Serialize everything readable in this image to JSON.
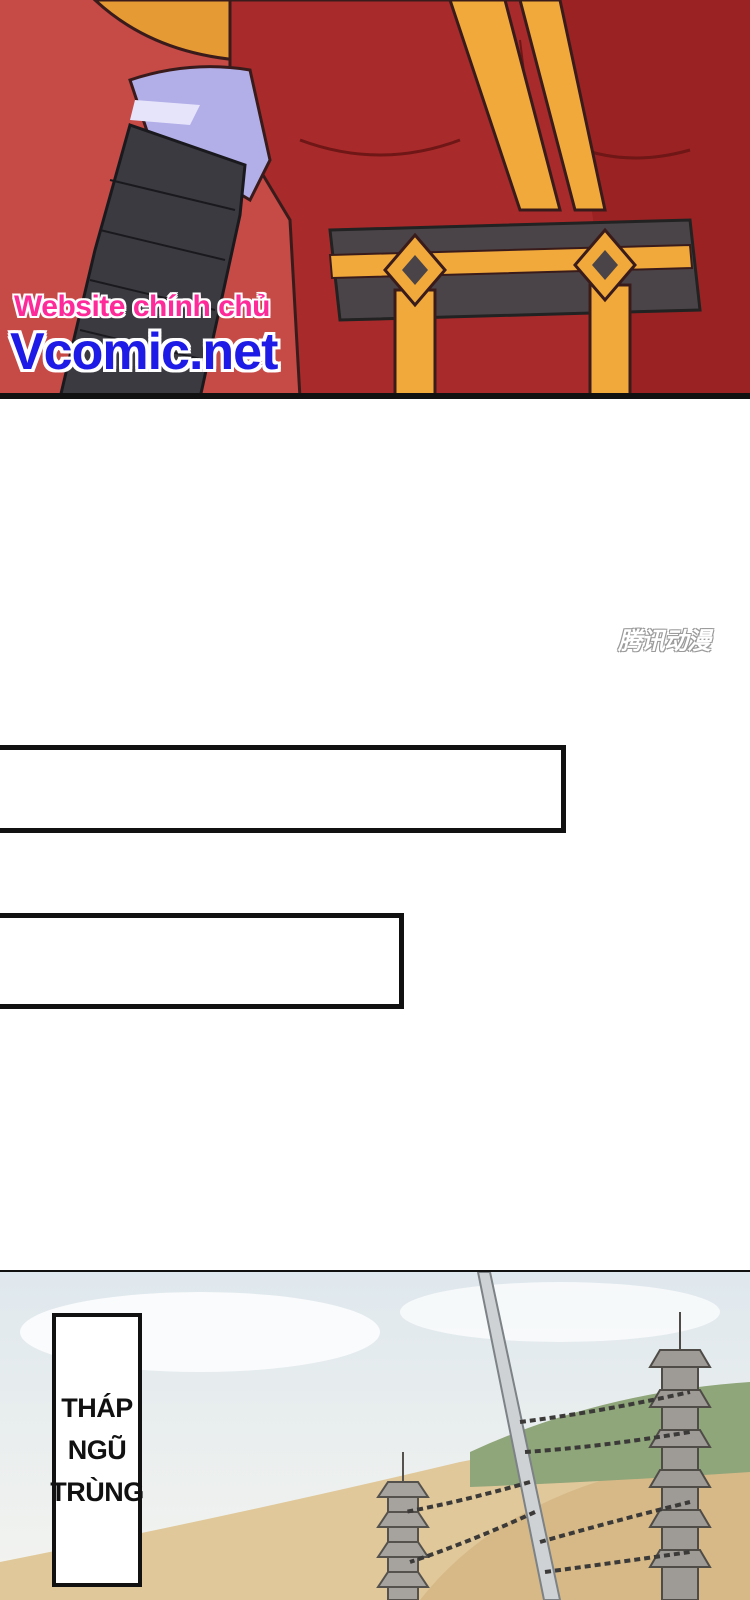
{
  "watermark": {
    "line1": "Website chính chủ",
    "line2": "Vcomic.net"
  },
  "publisher_logo": "腾讯动漫",
  "speech_boxes": [
    {
      "text": ""
    },
    {
      "text": ""
    }
  ],
  "caption": {
    "lines": [
      "THÁP",
      "NGŨ",
      "TRÙNG"
    ]
  },
  "colors": {
    "watermark_pink": "#ff2a9a",
    "watermark_blue": "#1f1be6",
    "robe_red": "#a62626",
    "belt_gold": "#f0a93a"
  }
}
